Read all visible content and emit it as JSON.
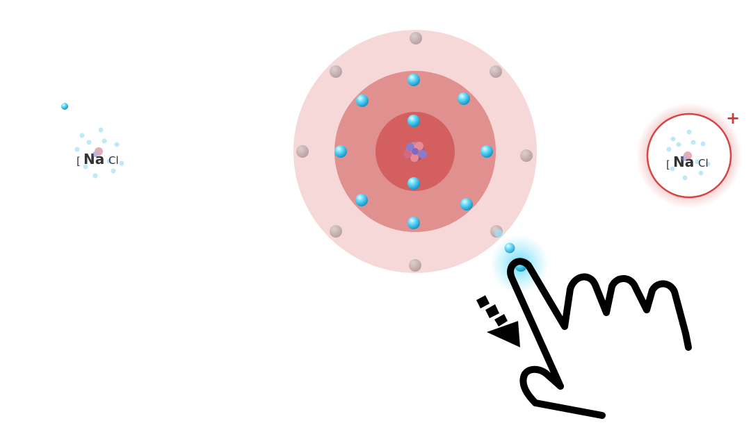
{
  "atoms": {
    "neutral": {
      "symbol": "Na",
      "bracket_left": "[",
      "bracket_right": "Cl"
    },
    "ion": {
      "symbol": "Na",
      "bracket_left": "[",
      "bracket_right": "Cl",
      "charge": "+"
    }
  },
  "main_atom": {
    "shells": [
      {
        "name": "inner",
        "electrons": 2,
        "color": "#d35f5f"
      },
      {
        "name": "middle",
        "electrons": 8,
        "color": "#e0908f"
      },
      {
        "name": "outer",
        "electron_slots": 8,
        "color": "#f6d8d8"
      }
    ],
    "electron_color": "#2fc3ea",
    "empty_slot_color": "#c9b3b3",
    "nucleus_color": "#c86d7c"
  },
  "gesture": {
    "action": "swipe-down",
    "icons": [
      "hand-pointer-icon",
      "arrow-down-right-icon"
    ],
    "glow_color": "#39d3f7"
  }
}
